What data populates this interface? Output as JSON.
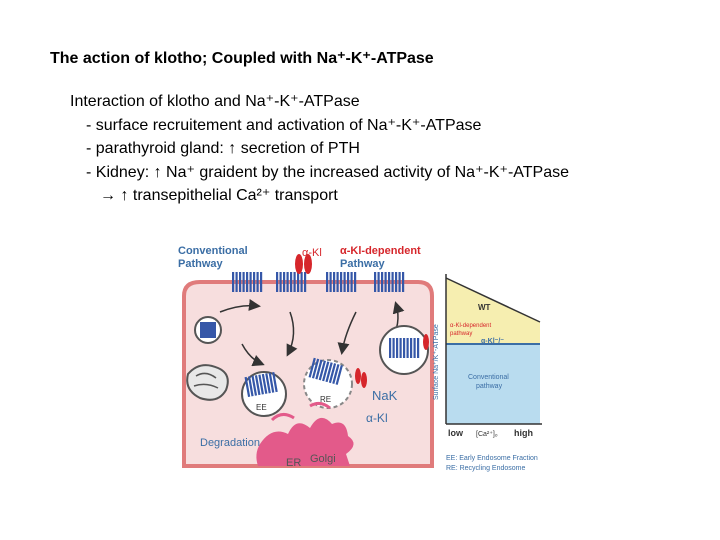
{
  "slide": {
    "title": "The action of klotho; Coupled with Na⁺-K⁺-ATPase",
    "heading": "Interaction of klotho and Na⁺-K⁺-ATPase",
    "bullets": [
      "- surface recruitement and activation of  Na⁺-K⁺-ATPase",
      "- parathyroid gland: ↑ secretion of PTH",
      "- Kidney: ↑ Na⁺ graident by the increased activity of Na⁺-K⁺-ATPase"
    ],
    "sub_bullet": "→ ↑ transepithelial Ca²⁺ transport"
  },
  "figure": {
    "conventional_label_1": "Conventional",
    "conventional_label_2": "Pathway",
    "alpha_kl_top": "α-Kl",
    "kl_dependent_label_1": "α-Kl-dependent",
    "kl_dependent_label_2": "Pathway",
    "ee_label": "EE",
    "re_label": "RE",
    "nak_label": "NaK",
    "alpha_kl_bottom": "α-Kl",
    "degradation_label": "Degradation",
    "er_label": "ER",
    "golgi_label": "Golgi",
    "graph": {
      "y_axis_label": "Surface Na⁺/K⁺-ATPase",
      "wt_label": "WT",
      "kl_pathway_label_1": "α-Kl-dependent",
      "kl_pathway_label_2": "pathway",
      "kl_minus_label": "α-Kl⁻/⁻",
      "conventional_label_1": "Conventional",
      "conventional_label_2": "pathway",
      "x_low": "low",
      "x_axis_label": "[Ca²⁺]ₒ",
      "x_high": "high"
    },
    "legend": [
      "EE: Early Endosome Fraction",
      "RE: Recycling Endosome"
    ],
    "colors": {
      "cell_fill": "#f7dede",
      "membrane": "#e07b7b",
      "pump_blue": "#3557a8",
      "klotho_red": "#d6262b",
      "graph_yellow": "#f6eeb0",
      "graph_blue": "#b9dcef",
      "title_blue": "#3b6ea5"
    }
  }
}
